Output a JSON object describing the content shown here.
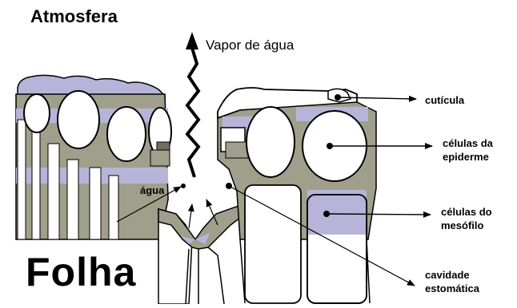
{
  "diagram": {
    "title": "Atmosfera",
    "leaf_label": "Folha",
    "labels": {
      "vapor": "Vapor de água",
      "water": "água",
      "cuticle": "cutícula",
      "epidermis_line1": "células da",
      "epidermis_line2": "epiderme",
      "mesophyll_line1": "células do",
      "mesophyll_line2": "mesófilo",
      "cavity_line1": "cavidade",
      "cavity_line2": "estomática"
    }
  },
  "colors": {
    "cuticle_fill": "#b7b4d9",
    "cell_wall_fill": "#a09f8c",
    "outline": "#000000",
    "background": "#ffffff"
  }
}
